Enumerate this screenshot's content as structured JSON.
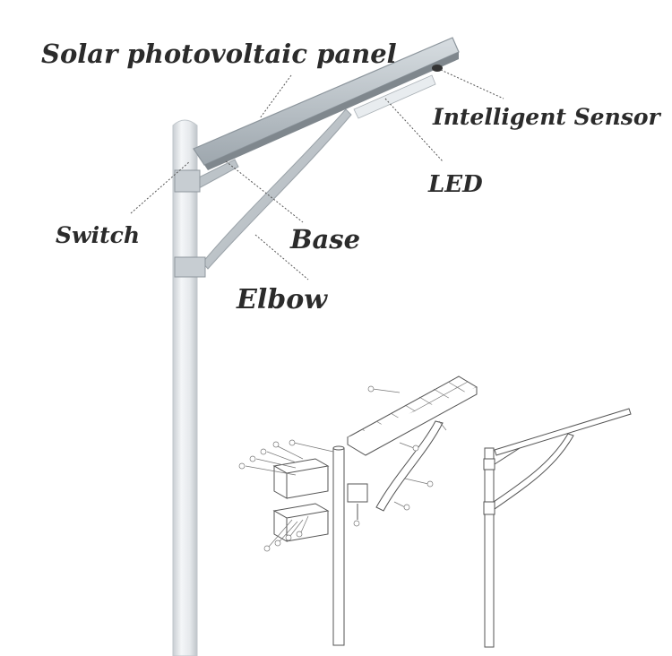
{
  "labels": {
    "panel": "Solar photovoltaic panel",
    "sensor": "Intelligent Sensor",
    "led": "LED",
    "switch": "Switch",
    "base": "Base",
    "elbow": "Elbow"
  },
  "colors": {
    "text": "#2b2b2b",
    "pole": "#e8ebee",
    "panel": "#b9c1c7",
    "line_drawing": "#555555"
  }
}
